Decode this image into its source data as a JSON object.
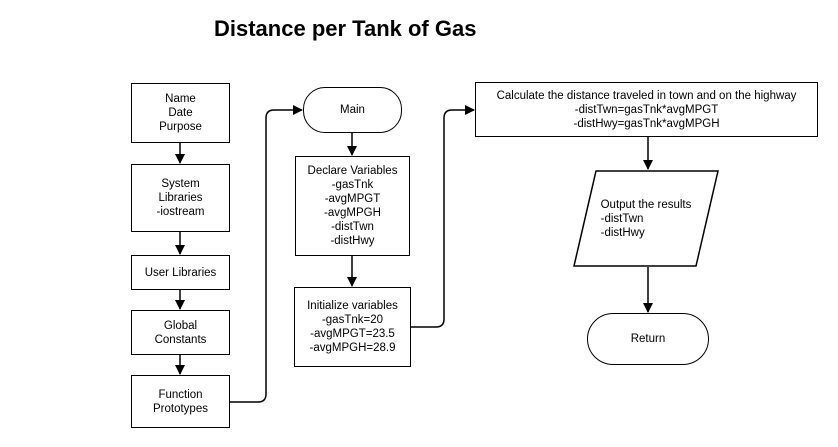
{
  "title": "Distance per Tank of Gas",
  "nodes": {
    "header": [
      "Name",
      "Date",
      "Purpose"
    ],
    "system_libraries": [
      "System",
      "Libraries",
      "-iostream"
    ],
    "user_libraries": [
      "User Libraries"
    ],
    "global_constants": [
      "Global",
      "Constants"
    ],
    "function_prototypes": [
      "Function",
      "Prototypes"
    ],
    "main": [
      "Main"
    ],
    "declare": [
      "Declare Variables",
      "-gasTnk",
      "-avgMPGT",
      "-avgMPGH",
      "-distTwn",
      "-distHwy"
    ],
    "initialize": [
      "Initialize variables",
      "-gasTnk=20",
      "-avgMPGT=23.5",
      "-avgMPGH=28.9"
    ],
    "calculate": [
      "Calculate the distance traveled in town and on the highway",
      "-distTwn=gasTnk*avgMPGT",
      "-distHwy=gasTnk*avgMPGH"
    ],
    "output": [
      "Output the results",
      "-distTwn",
      "-distHwy"
    ],
    "return": [
      "Return"
    ]
  }
}
